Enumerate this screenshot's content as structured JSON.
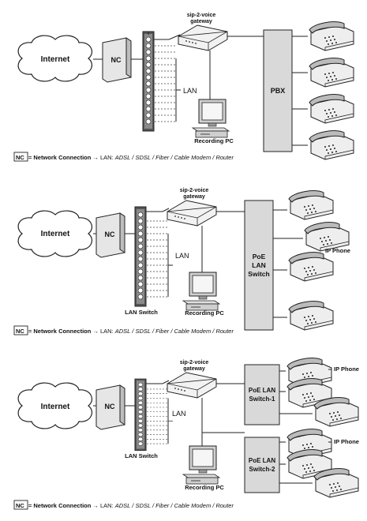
{
  "diagrams": [
    {
      "internet": "Internet",
      "nc": "NC",
      "gateway_line1": "sip-2-voice",
      "gateway_line2": "gateway",
      "lan": "LAN",
      "recording_pc": "Recording PC",
      "pbx": "PBX"
    },
    {
      "internet": "Internet",
      "nc": "NC",
      "gateway_line1": "sip-2-voice",
      "gateway_line2": "gateway",
      "lan": "LAN",
      "lan_switch": "LAN Switch",
      "recording_pc": "Recording PC",
      "poe_switch_lines": [
        "PoE",
        "LAN",
        "Switch"
      ],
      "ip_phone": "IP Phone"
    },
    {
      "internet": "Internet",
      "nc": "NC",
      "gateway_line1": "sip-2-voice",
      "gateway_line2": "gateway",
      "lan": "LAN",
      "lan_switch": "LAN Switch",
      "recording_pc": "Recording PC",
      "poe_switch1_lines": [
        "PoE LAN",
        "Switch-1"
      ],
      "poe_switch2_lines": [
        "PoE LAN",
        "Switch-2"
      ],
      "ip_phone_1": "IP Phone",
      "ip_phone_2": "IP Phone"
    }
  ],
  "caption": {
    "nc": "NC",
    "bold": " = Network Connection →",
    "lan": " LAN: ",
    "italic": "ADSL / SDSL / Fiber / Cable Modem / Router"
  }
}
